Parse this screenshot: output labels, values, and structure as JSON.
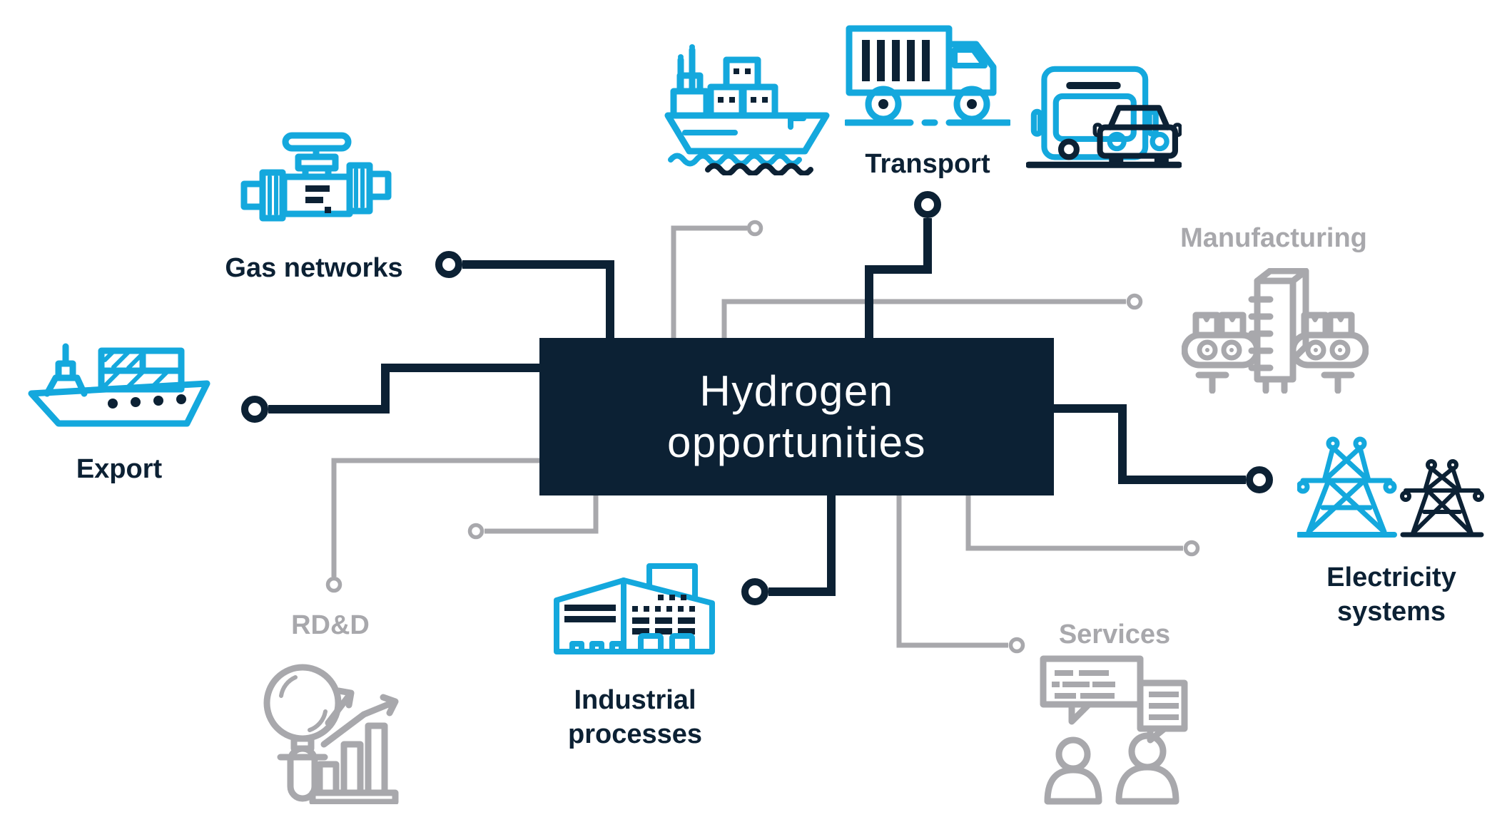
{
  "diagram": {
    "title": "Hydrogen opportunities",
    "nodes": {
      "gas_networks": {
        "label": "Gas networks",
        "accent": "cyan"
      },
      "export": {
        "label": "Export",
        "accent": "cyan"
      },
      "transport": {
        "label": "Transport",
        "accent": "cyan"
      },
      "manufacturing": {
        "label": "Manufacturing",
        "accent": "gray"
      },
      "electricity_systems": {
        "label": "Electricity systems",
        "accent": "mixed"
      },
      "rdd": {
        "label": "RD&D",
        "accent": "gray"
      },
      "industrial_processes": {
        "label": "Industrial processes",
        "accent": "cyan"
      },
      "services": {
        "label": "Services",
        "accent": "gray"
      }
    },
    "icons": [
      "gas-valve-icon",
      "cargo-ship-icon",
      "container-ship-icon",
      "truck-icon",
      "bus-icon",
      "car-icon",
      "conveyor-icon",
      "transmission-tower-cyan-icon",
      "transmission-tower-navy-icon",
      "magnifier-chart-icon",
      "factory-icon",
      "chat-people-icon"
    ]
  },
  "colors": {
    "navy": "#0c2134",
    "cyan": "#14a8dd",
    "gray": "#a8a8ac",
    "background": "#ffffff"
  }
}
